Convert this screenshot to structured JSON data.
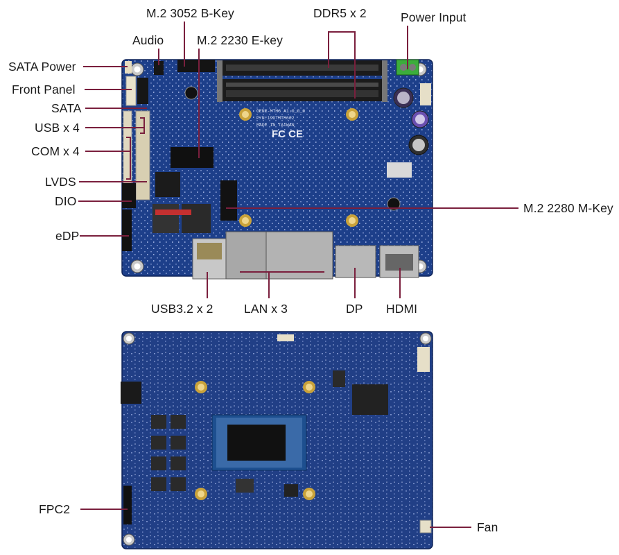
{
  "labels": {
    "sata_power": "SATA Power",
    "front_panel": "Front Panel",
    "sata": "SATA",
    "usb4": "USB x 4",
    "com4": "COM x 4",
    "lvds": "LVDS",
    "dio": "DIO",
    "edp": "eDP",
    "audio": "Audio",
    "m2_bkey": "M.2 3052 B-Key",
    "m2_ekey": "M.2 2230 E-key",
    "ddr5": "DDR5 x 2",
    "power_input": "Power Input",
    "m2_mkey": "M.2 2280 M-Key",
    "usb32": "USB3.2 x 2",
    "lan3": "LAN x 3",
    "dp": "DP",
    "hdmi": "HDMI",
    "fpc2": "FPC2",
    "fan": "Fan"
  },
  "board_text": {
    "model": "GENE-MTH6 A1.0_0_0",
    "pn": "P/N:19GTMTH602",
    "origin": "MADE IN TAIWAN",
    "marks": "FC CE"
  },
  "colors": {
    "pcb": "#1d3f8a",
    "leader": "#7a1f3d",
    "text": "#1a1a1a"
  }
}
